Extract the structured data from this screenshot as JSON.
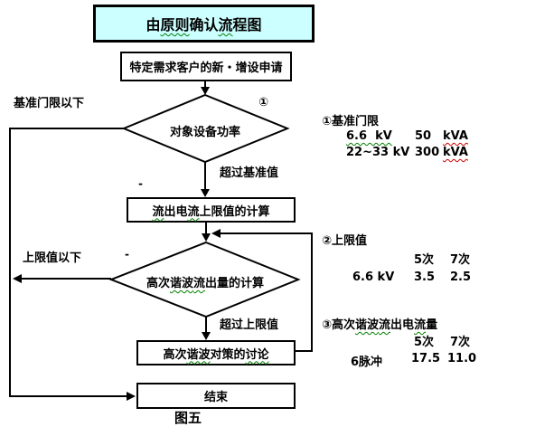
{
  "colors": {
    "title_bg": "#ccffff",
    "line": "#000000",
    "squiggle_green": "#008000",
    "squiggle_red": "#cc0000"
  },
  "title_segments": [
    {
      "t": "由",
      "u": ""
    },
    {
      "t": "原则",
      "u": "green"
    },
    {
      "t": "确认",
      "u": ""
    },
    {
      "t": "流",
      "u": "green"
    },
    {
      "t": "程图",
      "u": ""
    }
  ],
  "flow": {
    "start_box": "特定需求客户的新・增设申请",
    "decision1": "对象设备功率",
    "decision1_marker": "①",
    "process1_segments": [
      {
        "t": "流",
        "u": "green"
      },
      {
        "t": "出电",
        "u": ""
      },
      {
        "t": "流",
        "u": "green"
      },
      {
        "t": "上限值的计算",
        "u": ""
      }
    ],
    "decision2_segments": [
      {
        "t": "高次",
        "u": ""
      },
      {
        "t": "谐波",
        "u": "green"
      },
      {
        "t": "流",
        "u": "green"
      },
      {
        "t": "出量的计算",
        "u": ""
      }
    ],
    "process2_segments": [
      {
        "t": "高次",
        "u": ""
      },
      {
        "t": "谐波",
        "u": "green"
      },
      {
        "t": "对策的",
        "u": ""
      },
      {
        "t": "讨论",
        "u": "green"
      }
    ],
    "end_box": "结束",
    "caption": "图五",
    "labels": {
      "below_threshold": "基准门限以下",
      "exceed_threshold": "超过基准值",
      "below_limit": "上限值以下",
      "exceed_limit": "超过上限值",
      "dash1": "-",
      "dash2": "-"
    }
  },
  "notes": {
    "section1": {
      "heading": "①基准门限",
      "row1": {
        "voltage_segments": [
          {
            "t": "6.6  kV",
            "u": "green"
          }
        ],
        "value": "50",
        "unit": "kVA"
      },
      "row2": {
        "voltage": "22~33 kV",
        "value": "300",
        "unit": "kVA"
      }
    },
    "section2": {
      "heading": "②上限值",
      "col1": "5次",
      "col2": "7次",
      "row_label": "6.6 kV",
      "v1": "3.5",
      "v2": "2.5"
    },
    "section3": {
      "heading_segments": [
        {
          "t": "③高次",
          "u": ""
        },
        {
          "t": "谐波",
          "u": "green"
        },
        {
          "t": "流",
          "u": "green"
        },
        {
          "t": "出电",
          "u": ""
        },
        {
          "t": "流",
          "u": "green"
        },
        {
          "t": "量",
          "u": ""
        }
      ],
      "col1": "5次",
      "col2": "7次",
      "row_label": "6脉冲",
      "v1": "17.5",
      "v2": "11.0"
    }
  }
}
